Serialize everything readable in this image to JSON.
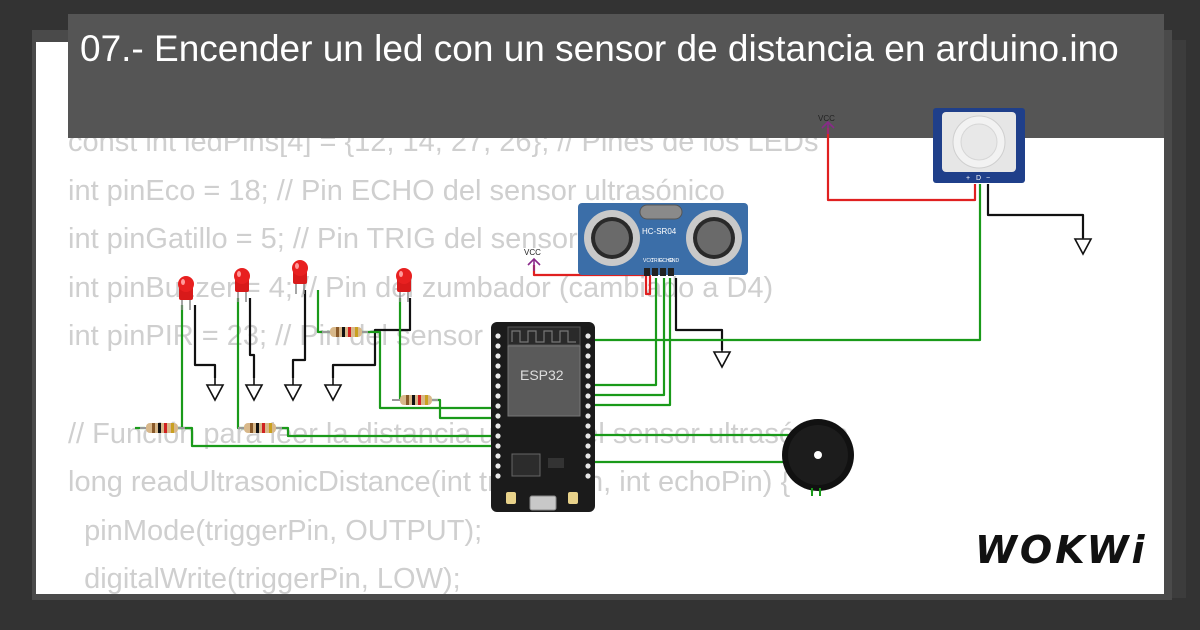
{
  "title": "07.- Encender un led con un sensor de distancia en arduino.ino",
  "code_lines": [
    "const int ledPins[4] = {12, 14, 27, 26}; // Pines de los LEDs",
    "int pinEco = 18; // Pin ECHO del sensor ultrasónico",
    "int pinGatillo = 5; // Pin TRIG del sensor ultrasónico",
    "int pinBuzzer = 4; // Pin del zumbador (cambiado a D4)",
    "int pinPIR = 23; // Pin del sensor PIR",
    "",
    "// Función para leer la distancia usando el sensor ultrasónico",
    "long readUltrasonicDistance(int triggerPin, int echoPin) {",
    "  pinMode(triggerPin, OUTPUT);",
    "  digitalWrite(triggerPin, LOW);"
  ],
  "diagram": {
    "ultrasonic_label": "HC-SR04",
    "ultrasonic_pins": [
      "VCC",
      "TRIG",
      "ECHO",
      "GND"
    ],
    "mcu_label": "ESP32",
    "pir_pins": [
      "+",
      "D",
      "−"
    ],
    "vcc_label": "VCC",
    "vcc_label_2": "VCC"
  },
  "brand": "WOKWi",
  "colors": {
    "background": "#333333",
    "title_bar": "#555555",
    "wire_green": "#1a9a1a",
    "wire_red": "#e02020",
    "wire_black": "#111111",
    "led_red": "#e82020",
    "ultrasonic_blue": "#3b6ea8",
    "pir_blue": "#1f3f8a"
  }
}
